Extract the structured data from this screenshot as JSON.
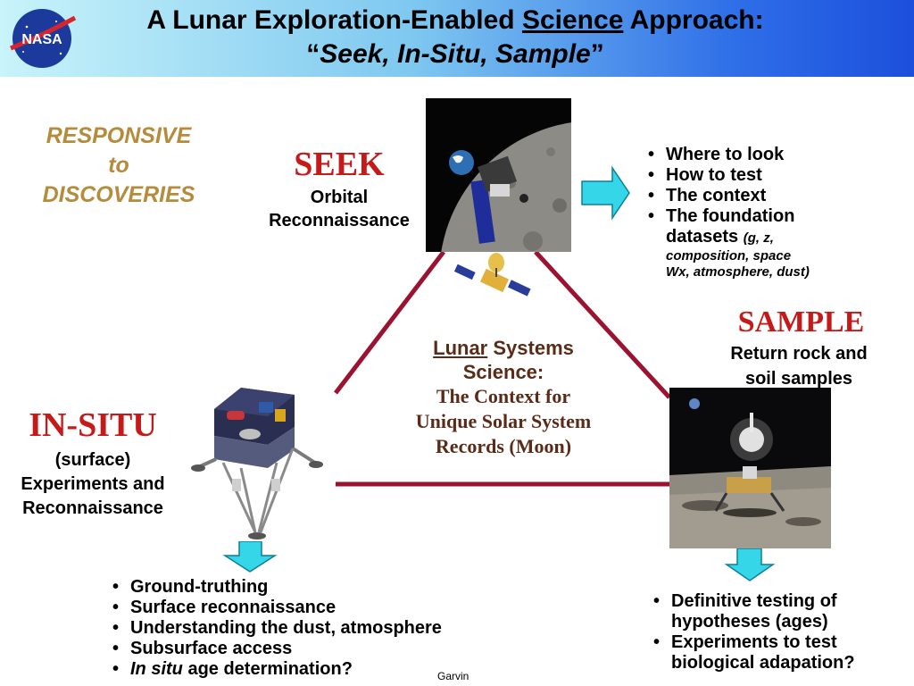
{
  "header": {
    "title_prefix": "A Lunar Exploration-Enabled ",
    "title_underlined": "Science",
    "title_suffix": " Approach:",
    "subtitle_open": "“",
    "subtitle_italic": "Seek, In-Situ, Sample",
    "subtitle_close": "”",
    "logo_text": "NASA"
  },
  "responsive": {
    "line1": "RESPONSIVE",
    "line2": "to",
    "line3": "DISCOVERIES"
  },
  "seek": {
    "title": "SEEK",
    "line1": "Orbital",
    "line2": "Reconnaissance",
    "bullets": [
      "Where to look",
      "How to test",
      "The context",
      "The foundation"
    ],
    "last_line": "datasets",
    "detail1": "(g, z,",
    "detail2": "composition, space",
    "detail3": "Wx, atmosphere, dust)"
  },
  "sample": {
    "title": "SAMPLE",
    "line1": "Return rock and",
    "line2": "soil samples",
    "bullets": [
      "Definitive testing of hypotheses (ages)",
      "Experiments to test biological adapation?"
    ]
  },
  "insitu": {
    "title": "IN-SITU",
    "line1": "(surface)",
    "line2": "Experiments and",
    "line3": "Reconnaissance",
    "bullets": [
      "Ground-truthing",
      "Surface reconnaissance",
      "Understanding the dust, atmosphere",
      "Subsurface access"
    ],
    "last_italic": "In situ",
    "last_rest": " age determination?"
  },
  "center": {
    "underlined": "Lunar",
    "rest": " Systems",
    "line2": "Science:",
    "line3": "The Context for",
    "line4": "Unique Solar System",
    "line5": "Records (Moon)"
  },
  "footer": {
    "author": "Garvin"
  },
  "colors": {
    "triangle": "#9b1330",
    "arrow_fill": "#35d6e8",
    "accent_red": "#c41a1a",
    "accent_gold": "#b58b3c"
  }
}
